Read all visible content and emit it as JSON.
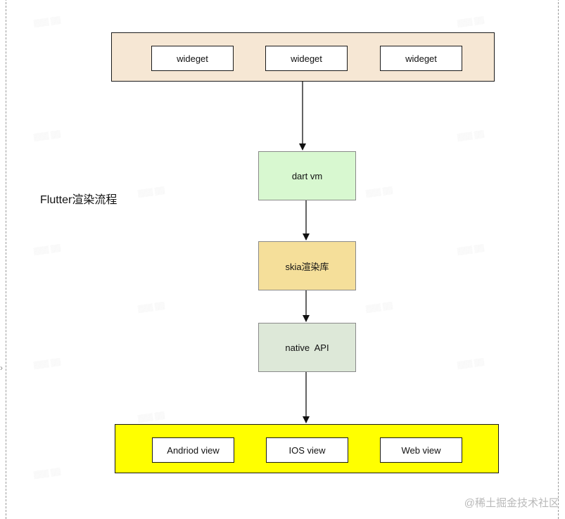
{
  "diagram": {
    "title": "Flutter渲染流程",
    "top_group": {
      "items": [
        "wideget",
        "wideget",
        "wideget"
      ]
    },
    "stages": {
      "dart_vm": "dart vm",
      "skia": "skia渲染库",
      "native_api": "native  API"
    },
    "bottom_group": {
      "items": [
        "Andriod view",
        "IOS view",
        "Web view"
      ]
    },
    "colors": {
      "top_group": "#f6e7d4",
      "dart_vm": "#d8f8d0",
      "skia": "#f5df9a",
      "native_api": "#dde8d8",
      "bottom_group": "#ffff00"
    }
  },
  "watermark": {
    "credit": "@稀土掘金技术社区"
  }
}
